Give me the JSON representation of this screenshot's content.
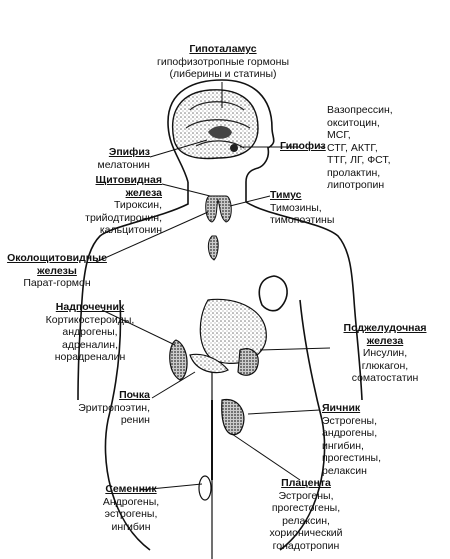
{
  "labels": {
    "hypothalamus": {
      "title": "Гипоталамус",
      "lines": [
        "гипофизотропные гормоны",
        "(либерины и статины)"
      ]
    },
    "pineal": {
      "title": "Эпифиз",
      "lines": [
        "мелатонин"
      ]
    },
    "pituitary": {
      "title": "Гипофиз",
      "lines": [
        "Вазопрессин,",
        "окситоцин,",
        "МСГ,",
        "СТГ, АКТГ,",
        "ТТГ, ЛГ, ФСТ,",
        "пролактин,",
        "липотропин"
      ]
    },
    "thyroid": {
      "title": "Щитовидная",
      "title2": "железа",
      "lines": [
        "Тироксин,",
        "трийодтиронин,",
        "кальцитонин"
      ]
    },
    "thymus": {
      "title": "Тимус",
      "lines": [
        "Тимозины,",
        "тимопоэтины"
      ]
    },
    "parathyroid": {
      "title": "Околощитовидные",
      "title2": "железы",
      "lines": [
        "Парат-гормон"
      ]
    },
    "adrenal": {
      "title": "Надпочечник",
      "lines": [
        "Кортикостероиды,",
        "андрогены,",
        "адреналин,",
        "норадреналин"
      ]
    },
    "pancreas": {
      "title": "Поджелудочная",
      "title2": "железа",
      "lines": [
        "Инсулин,",
        "глюкагон,",
        "соматостатин"
      ]
    },
    "kidney": {
      "title": "Почка",
      "lines": [
        "Эритропоэтин,",
        "ренин"
      ]
    },
    "ovary": {
      "title": "Яичник",
      "lines": [
        "Эстрогены,",
        "андрогены,",
        "ингибин,",
        "прогестины,",
        "релаксин"
      ]
    },
    "testis": {
      "title": "Семенник",
      "lines": [
        "Андрогены,",
        "эстрогены,",
        "ингибин"
      ]
    },
    "placenta": {
      "title": "Плацента",
      "lines": [
        "Эстрогены,",
        "прогестогены,",
        "релаксин,",
        "хорионический",
        "гонадотропин"
      ]
    }
  }
}
